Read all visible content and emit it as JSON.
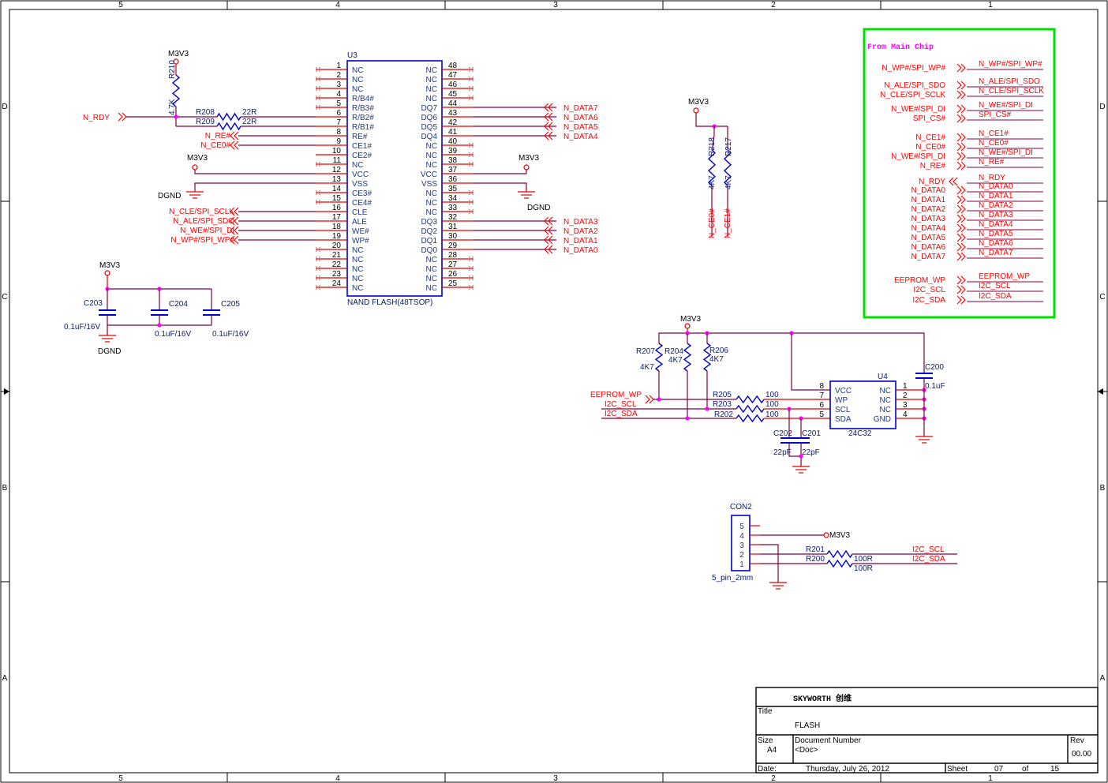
{
  "frame": {
    "columns": [
      "5",
      "4",
      "3",
      "2",
      "1"
    ],
    "rows": [
      "D",
      "C",
      "B",
      "A"
    ]
  },
  "u3": {
    "ref": "U3",
    "part": "NAND FLASH(48TSOP)",
    "left": [
      {
        "num": "1",
        "name": "NC"
      },
      {
        "num": "2",
        "name": "NC"
      },
      {
        "num": "3",
        "name": "NC"
      },
      {
        "num": "4",
        "name": "R/B4#"
      },
      {
        "num": "5",
        "name": "R/B3#"
      },
      {
        "num": "6",
        "name": "R/B2#"
      },
      {
        "num": "7",
        "name": "R/B1#"
      },
      {
        "num": "8",
        "name": "RE#"
      },
      {
        "num": "9",
        "name": "CE1#"
      },
      {
        "num": "10",
        "name": "CE2#"
      },
      {
        "num": "11",
        "name": "NC"
      },
      {
        "num": "12",
        "name": "VCC"
      },
      {
        "num": "13",
        "name": "VSS"
      },
      {
        "num": "14",
        "name": "CE3#"
      },
      {
        "num": "15",
        "name": "CE4#"
      },
      {
        "num": "16",
        "name": "CLE"
      },
      {
        "num": "17",
        "name": "ALE"
      },
      {
        "num": "18",
        "name": "WE#"
      },
      {
        "num": "19",
        "name": "WP#"
      },
      {
        "num": "20",
        "name": "NC"
      },
      {
        "num": "21",
        "name": "NC"
      },
      {
        "num": "22",
        "name": "NC"
      },
      {
        "num": "23",
        "name": "NC"
      },
      {
        "num": "24",
        "name": "NC"
      }
    ],
    "right": [
      {
        "num": "48",
        "name": "NC"
      },
      {
        "num": "47",
        "name": "NC"
      },
      {
        "num": "46",
        "name": "NC"
      },
      {
        "num": "45",
        "name": "NC"
      },
      {
        "num": "44",
        "name": "DQ7"
      },
      {
        "num": "43",
        "name": "DQ6"
      },
      {
        "num": "42",
        "name": "DQ5"
      },
      {
        "num": "41",
        "name": "DQ4"
      },
      {
        "num": "40",
        "name": "NC"
      },
      {
        "num": "39",
        "name": "NC"
      },
      {
        "num": "38",
        "name": "NC"
      },
      {
        "num": "37",
        "name": "VCC"
      },
      {
        "num": "36",
        "name": "VSS"
      },
      {
        "num": "35",
        "name": "NC"
      },
      {
        "num": "34",
        "name": "NC"
      },
      {
        "num": "33",
        "name": "NC"
      },
      {
        "num": "32",
        "name": "DQ3"
      },
      {
        "num": "31",
        "name": "DQ2"
      },
      {
        "num": "30",
        "name": "DQ1"
      },
      {
        "num": "29",
        "name": "DQ0"
      },
      {
        "num": "28",
        "name": "NC"
      },
      {
        "num": "27",
        "name": "NC"
      },
      {
        "num": "26",
        "name": "NC"
      },
      {
        "num": "25",
        "name": "NC"
      }
    ]
  },
  "nand_left": {
    "rdy": "N_RDY",
    "m3v3_a": "M3V3",
    "r210": "R210",
    "r210_val": "4.7K",
    "r208": "R208",
    "r208_val": "22R",
    "r209": "R209",
    "r209_val": "22R",
    "re": "N_RE#",
    "ce0": "N_CE0#",
    "m3v3_b": "M3V3",
    "dgnd": "DGND",
    "cle": "N_CLE/SPI_SCLK",
    "ale": "N_ALE/SPI_SDO",
    "we": "N_WE#/SPI_DI",
    "wp": "N_WP#/SPI_WP#"
  },
  "nand_right": {
    "data_hi": [
      "N_DATA7",
      "N_DATA6",
      "N_DATA5",
      "N_DATA4"
    ],
    "m3v3": "M3V3",
    "dgnd": "DGND",
    "data_lo": [
      "N_DATA3",
      "N_DATA2",
      "N_DATA1",
      "N_DATA0"
    ]
  },
  "decoupling": {
    "m3v3": "M3V3",
    "dgnd": "DGND",
    "caps": [
      {
        "ref": "C203",
        "value": "0.1uF/16V"
      },
      {
        "ref": "C204",
        "value": "0.1uF/16V"
      },
      {
        "ref": "C205",
        "value": "0.1uF/16V"
      }
    ]
  },
  "pullups": {
    "m3v3": "M3V3",
    "r218": "R218",
    "r218_val": "4K7",
    "r217": "R217",
    "r217_val": "4K7",
    "net_ce0": "N_CE0#",
    "net_ce1": "N_CE1#"
  },
  "eeprom": {
    "m3v3": "M3V3",
    "r207": "R207",
    "r207_val": "4K7",
    "r204": "R204",
    "r204_val": "4K7",
    "r206": "R206",
    "r206_val": "4K7",
    "net_wp": "EEPROM_WP",
    "net_scl": "I2C_SCL",
    "net_sda": "I2C_SDA",
    "r205": "R205",
    "r205_val": "100",
    "r203": "R203",
    "r203_val": "100",
    "r202": "R202",
    "r202_val": "100",
    "u4_ref": "U4",
    "u4_part": "24C32",
    "u4_left": [
      {
        "num": "8",
        "name": "VCC"
      },
      {
        "num": "7",
        "name": "WP"
      },
      {
        "num": "6",
        "name": "SCL"
      },
      {
        "num": "5",
        "name": "SDA"
      }
    ],
    "u4_right": [
      {
        "num": "1",
        "name": "NC"
      },
      {
        "num": "2",
        "name": "NC"
      },
      {
        "num": "3",
        "name": "NC"
      },
      {
        "num": "4",
        "name": "GND"
      }
    ],
    "c200": "C200",
    "c200_val": "0.1uF",
    "c202": "C202",
    "c202_val": "22pF",
    "c201": "C201",
    "c201_val": "22pF"
  },
  "con2": {
    "ref": "CON2",
    "part": "5_pin_2mm",
    "pins": [
      "5",
      "4",
      "3",
      "2",
      "1"
    ],
    "m3v3": "M3V3",
    "r201": "R201",
    "r201_val": "100R",
    "r200": "R200",
    "r200_val": "100R",
    "net_scl": "I2C_SCL",
    "net_sda": "I2C_SDA"
  },
  "main_chip": {
    "title": "From Main Chip",
    "rows": [
      {
        "left": "N_WP#/SPI_WP#",
        "right": "N_WP#/SPI_WP#"
      },
      {
        "left": "N_ALE/SPI_SDO",
        "right": "N_ALE/SPI_SDO"
      },
      {
        "left": "N_CLE/SPI_SCLK",
        "right": "N_CLE/SPI_SCLK"
      },
      {
        "left": "N_WE#/SPI_DI",
        "right": "N_WE#/SPI_DI"
      },
      {
        "left": "SPI_CS#",
        "right": "SPI_CS#"
      },
      {
        "left": "N_CE1#",
        "right": "N_CE1#"
      },
      {
        "left": "N_CE0#",
        "right": "N_CE0#"
      },
      {
        "left": "N_WE#/SPI_DI",
        "right": "N_WE#/SPI_DI"
      },
      {
        "left": "N_RE#",
        "right": "N_RE#"
      },
      {
        "left": "N_RDY",
        "right": "N_RDY"
      },
      {
        "left": "N_DATA0",
        "right": "N_DATA0"
      },
      {
        "left": "N_DATA1",
        "right": "N_DATA1"
      },
      {
        "left": "N_DATA2",
        "right": "N_DATA2"
      },
      {
        "left": "N_DATA3",
        "right": "N_DATA3"
      },
      {
        "left": "N_DATA4",
        "right": "N_DATA4"
      },
      {
        "left": "N_DATA5",
        "right": "N_DATA5"
      },
      {
        "left": "N_DATA6",
        "right": "N_DATA6"
      },
      {
        "left": "N_DATA7",
        "right": "N_DATA7"
      },
      {
        "left": "EEPROM_WP",
        "right": "EEPROM_WP"
      },
      {
        "left": "I2C_SCL",
        "right": "I2C_SCL"
      },
      {
        "left": "I2C_SDA",
        "right": "I2C_SDA"
      }
    ]
  },
  "title_block": {
    "company": "SKYWORTH 创维",
    "title_label": "Title",
    "title": "FLASH",
    "size_label": "Size",
    "size": "A4",
    "docnum_label": "Document Number",
    "docnum": "<Doc>",
    "rev_label": "Rev",
    "rev": "00.00",
    "date_label": "Date:",
    "date": "Thursday, July 26, 2012",
    "sheet_label": "Sheet",
    "sheet": "07",
    "of_label": "of",
    "sheet_total": "15"
  },
  "colors": {
    "wire_pin": "#e00000",
    "wire_net": "#800040",
    "component": "#0000cc",
    "net_label": "#ff0000",
    "junction": "#ff00ff",
    "highlight_box": "#00e000",
    "highlight_title": "#ff00ff"
  }
}
